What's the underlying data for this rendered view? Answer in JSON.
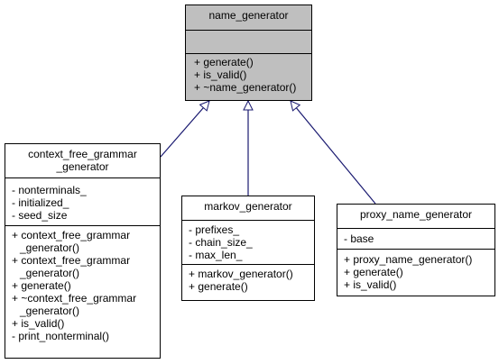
{
  "diagram": {
    "base_class": {
      "name": "name_generator",
      "attributes": [],
      "methods": [
        "+ generate()",
        "+ is_valid()",
        "+ ~name_generator()"
      ]
    },
    "derived_classes": [
      {
        "name_lines": [
          "context_free_grammar",
          "_generator"
        ],
        "attributes": [
          "- nonterminals_",
          "- initialized_",
          "- seed_size"
        ],
        "methods": [
          "+ context_free_grammar",
          "_generator()",
          "+ context_free_grammar",
          "_generator()",
          "+ generate()",
          "+ ~context_free_grammar",
          "_generator()",
          "+ is_valid()",
          "- print_nonterminal()"
        ]
      },
      {
        "name_lines": [
          "markov_generator"
        ],
        "attributes": [
          "- prefixes_",
          "- chain_size_",
          "- max_len_"
        ],
        "methods": [
          "+ markov_generator()",
          "+ generate()"
        ]
      },
      {
        "name_lines": [
          "proxy_name_generator"
        ],
        "attributes": [
          "- base"
        ],
        "methods": [
          "+ proxy_name_generator()",
          "+ generate()",
          "+ is_valid()"
        ]
      }
    ],
    "colors": {
      "base_fill": "#bfbfbf",
      "node_fill": "#ffffff",
      "border": "#000000",
      "edge": "#191970"
    }
  }
}
